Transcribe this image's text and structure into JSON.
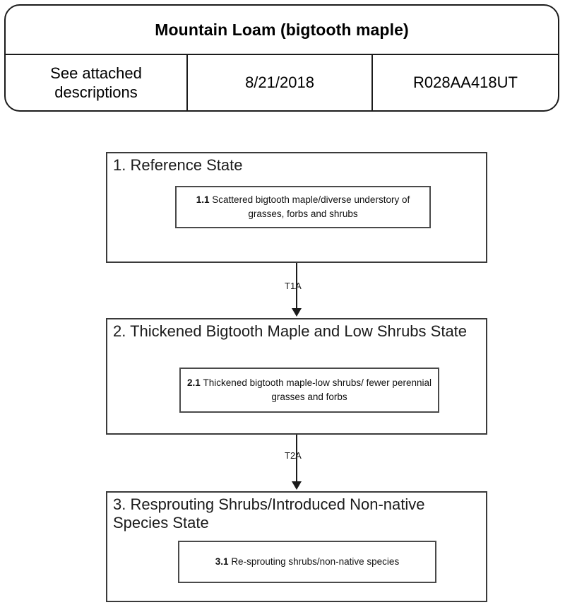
{
  "header": {
    "title": "Mountain Loam (bigtooth maple)",
    "cells": [
      {
        "label": "See attached descriptions"
      },
      {
        "label": "8/21/2018"
      },
      {
        "label": "R028AA418UT"
      }
    ]
  },
  "states": [
    {
      "title": "1. Reference State",
      "phases": [
        {
          "number": "1.1",
          "text": "Scattered bigtooth maple/diverse understory of grasses, forbs and shrubs"
        }
      ]
    },
    {
      "title": "2. Thickened Bigtooth Maple and Low Shrubs State",
      "phases": [
        {
          "number": "2.1",
          "text": "Thickened bigtooth maple-low shrubs/ fewer perennial grasses and forbs"
        }
      ]
    },
    {
      "title": "3. Resprouting Shrubs/Introduced Non-native Species State",
      "phases": [
        {
          "number": "3.1",
          "text": "Re-sprouting shrubs/non-native species"
        }
      ]
    }
  ],
  "transitions": [
    {
      "label": "T1A"
    },
    {
      "label": "T2A"
    }
  ],
  "colors": {
    "border": "#1b1b1b",
    "state_border": "#3a3a3a",
    "phase_border": "#4a4a4a",
    "background": "#ffffff"
  }
}
